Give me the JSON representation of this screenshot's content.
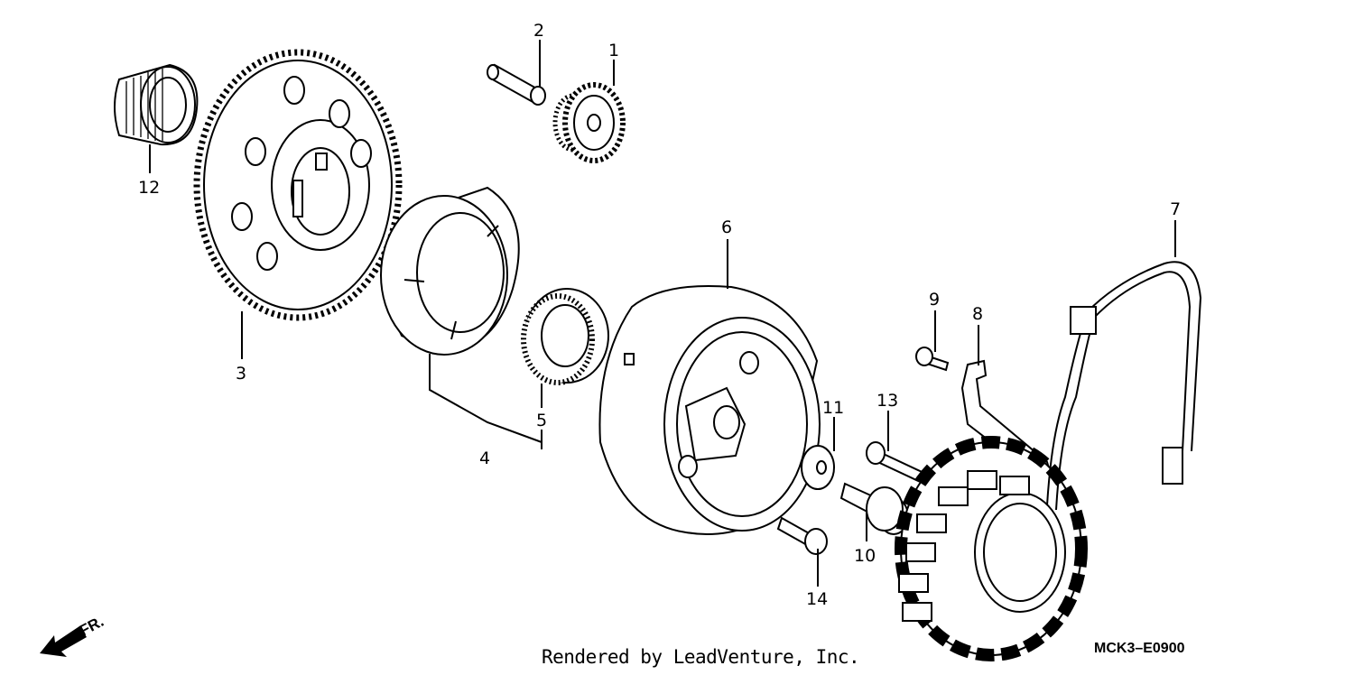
{
  "diagram": {
    "callouts": [
      {
        "id": "1",
        "label": "1"
      },
      {
        "id": "2",
        "label": "2"
      },
      {
        "id": "3",
        "label": "3"
      },
      {
        "id": "4",
        "label": "4"
      },
      {
        "id": "5",
        "label": "5"
      },
      {
        "id": "6",
        "label": "6"
      },
      {
        "id": "7",
        "label": "7"
      },
      {
        "id": "8",
        "label": "8"
      },
      {
        "id": "9",
        "label": "9"
      },
      {
        "id": "10",
        "label": "10"
      },
      {
        "id": "11",
        "label": "11"
      },
      {
        "id": "12",
        "label": "12"
      },
      {
        "id": "13",
        "label": "13"
      },
      {
        "id": "14",
        "label": "14"
      }
    ],
    "front_indicator": "FR.",
    "render_credit": "Rendered by LeadVenture, Inc.",
    "diagram_code": "MCK3–E0900"
  }
}
